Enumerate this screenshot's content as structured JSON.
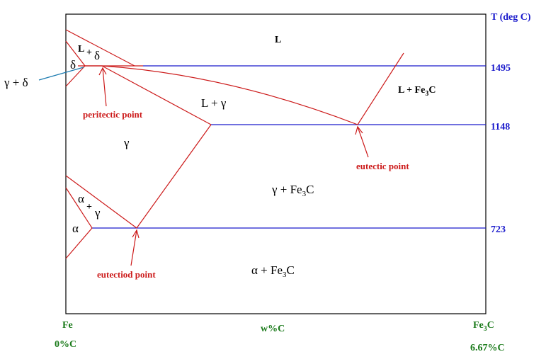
{
  "axis": {
    "temperature_label": "T (deg C)",
    "temps": [
      "1495",
      "1148",
      "723"
    ],
    "x_left_top": "Fe",
    "x_left_bottom": "0%C",
    "x_mid": "w%C",
    "x_right_top_main": "Fe",
    "x_right_top_sub": "3",
    "x_right_top_end": "C",
    "x_right_bottom": "6.67%C"
  },
  "phases": {
    "liquid": "L",
    "l_plus_delta_l": "L",
    "l_plus_delta_plus": "+",
    "l_plus_delta_d": "δ",
    "delta": "δ",
    "gamma_plus_delta": "γ + δ",
    "l_plus_gamma": "L + γ",
    "gamma": "γ",
    "l_plus_fe3c_main": "L + Fe",
    "l_plus_fe3c_sub": "3",
    "l_plus_fe3c_end": "C",
    "gamma_plus_fe3c_main": "γ + Fe",
    "gamma_plus_fe3c_sub": "3",
    "gamma_plus_fe3c_end": "C",
    "alpha_plus_gamma_a": "α",
    "alpha_plus_gamma_plus": "+",
    "alpha_plus_gamma_g": "γ",
    "alpha": "α",
    "alpha_plus_fe3c_main": "α + Fe",
    "alpha_plus_fe3c_sub": "3",
    "alpha_plus_fe3c_end": "C"
  },
  "points": {
    "peritectic": "peritectic point",
    "eutectic": "eutectic point",
    "eutectoid": "eutectiod point"
  },
  "colors": {
    "phase_boundary": "#cc1a1a",
    "isotherm": "#1a1acc",
    "axis_text": "#1a7a1a",
    "frame": "#000000"
  }
}
